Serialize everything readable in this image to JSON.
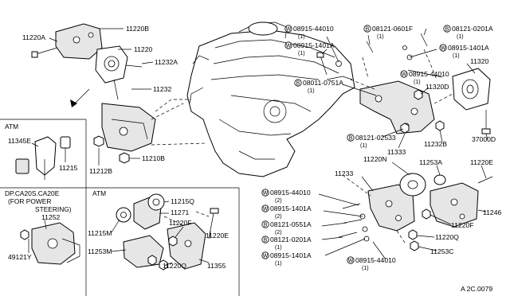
{
  "labels": {
    "p11220B": "11220B",
    "p11220A": "11220A",
    "p11220": "11220",
    "p11232A": "11232A",
    "p11232": "11232",
    "p11212B": "11212B",
    "p11210B": "11210B",
    "p08915_44010_top": "08915-44010",
    "p08915_44010_top_q": "(1)",
    "p08121_0601F": "08121-0601F",
    "p08121_0601F_q": "(1)",
    "p08121_0201A_top": "08121-0201A",
    "p08121_0201A_top_q": "(1)",
    "p08915_1401A_top": "08915-1401A",
    "p08915_1401A_top_q": "(1)",
    "p08915_1401A_right": "08915-1401A",
    "p08915_1401A_right_q": "(1)",
    "p11320": "11320",
    "p08011_0751A": "08011-0751A",
    "p08011_0751A_q": "(1)",
    "p08915_44010_right": "08915-44010",
    "p08915_44010_right_q": "(1)",
    "p11320D": "11320D",
    "p37000D": "37000D",
    "p08121_02533": "08121-02533",
    "p08121_02533_q": "(1)",
    "p11232B": "11232B",
    "p11333": "11333",
    "p11233": "11233",
    "p11220N": "11220N",
    "p11253A": "11253A",
    "p11220E_right": "11220E",
    "p08915_44010_mid": "08915-44010",
    "p08915_44010_mid_q": "(2)",
    "p08915_1401A_mid": "08915-1401A",
    "p08915_1401A_mid_q": "(2)",
    "p08121_0551A": "08121-0551A",
    "p08121_0551A_q": "(2)",
    "p08121_0201A_bot": "08121-0201A",
    "p08121_0201A_bot_q": "(1)",
    "p08915_1401A_bot": "08915-1401A",
    "p08915_1401A_bot_q": "(1)",
    "p08915_44010_bot": "08915-44010",
    "p08915_44010_bot_q": "(1)",
    "p11246": "11246",
    "p11220F_right": "11220F",
    "p11220Q_right": "11220Q",
    "p11253C": "11253C",
    "atm1_title": "ATM",
    "p11345E": "11345E",
    "p11215": "11215",
    "dp_title1": "DP.CA20S.CA20E",
    "dp_title2": "(FOR POWER",
    "dp_title3": "STEERING)",
    "p11252": "11252",
    "p49121Y": "49121Y",
    "atm2_title": "ATM",
    "p11215Q": "11215Q",
    "p11271": "11271",
    "p11215M": "11215M",
    "p11220F_box": "11220F",
    "p11220E_box": "11220E",
    "p11253M": "11253M",
    "p11220Q_box": "11220Q",
    "p11355": "11355",
    "ref_code": "A  2C.0079"
  },
  "markers": {
    "W": "W",
    "B": "B"
  }
}
